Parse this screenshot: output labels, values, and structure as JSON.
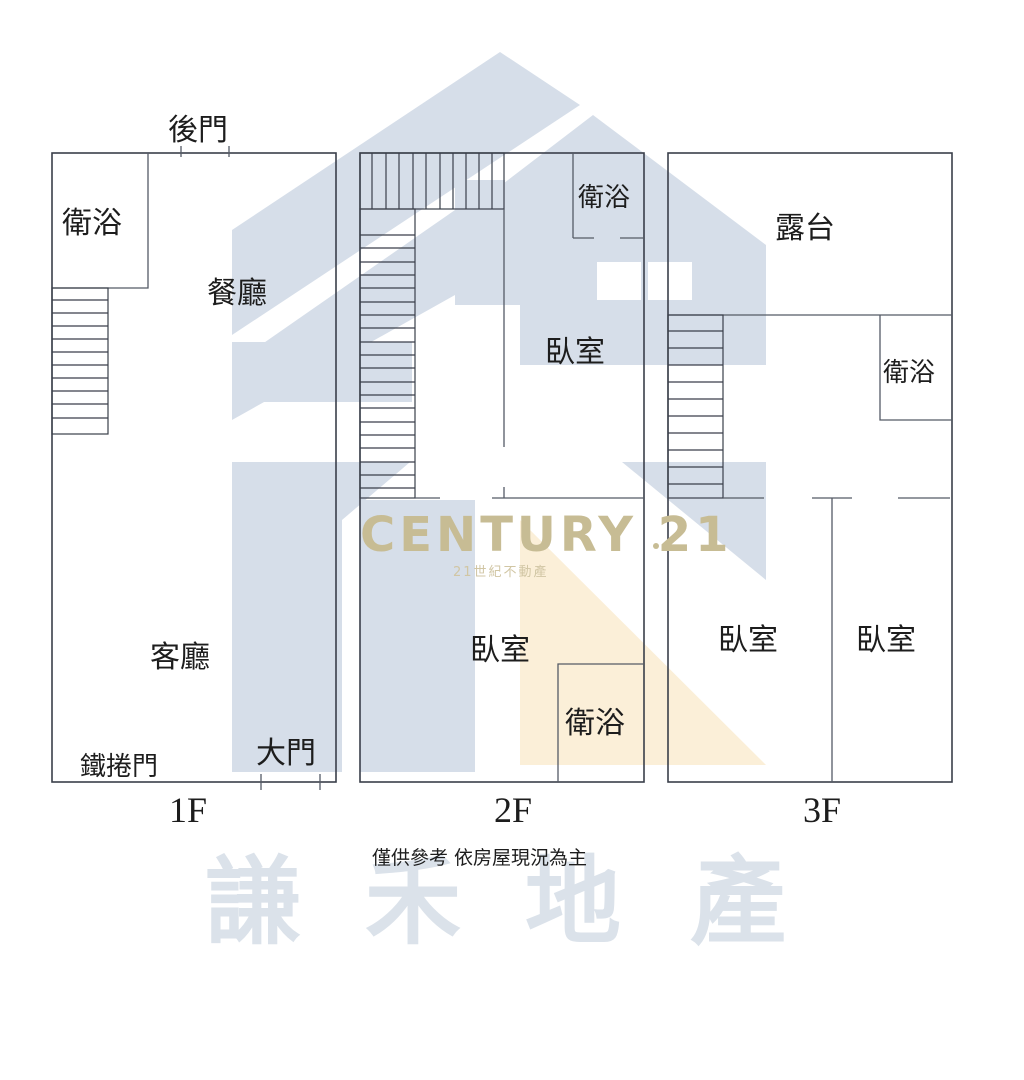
{
  "watermark": {
    "brand": "CENTURY 21",
    "brand_dot": ".",
    "brand_sub": "21世紀不動產",
    "agency_chars": [
      "謙",
      "禾",
      "地",
      "產"
    ],
    "colors": {
      "house_blue": "#d6dee9",
      "house_gold": "#fbefd8",
      "brand_gold": "#c7bc94"
    }
  },
  "floors": [
    {
      "label": "1F",
      "rooms": [
        {
          "name": "衛浴"
        },
        {
          "name": "餐廳"
        },
        {
          "name": "客廳"
        }
      ],
      "doors": [
        {
          "name": "後門"
        },
        {
          "name": "大門"
        },
        {
          "name": "鐵捲門"
        }
      ]
    },
    {
      "label": "2F",
      "rooms": [
        {
          "name": "衛浴"
        },
        {
          "name": "臥室"
        },
        {
          "name": "臥室"
        },
        {
          "name": "衛浴"
        }
      ]
    },
    {
      "label": "3F",
      "rooms": [
        {
          "name": "露台"
        },
        {
          "name": "衛浴"
        },
        {
          "name": "臥室"
        },
        {
          "name": "臥室"
        }
      ]
    }
  ],
  "disclaimer": "僅供參考 依房屋現況為主"
}
